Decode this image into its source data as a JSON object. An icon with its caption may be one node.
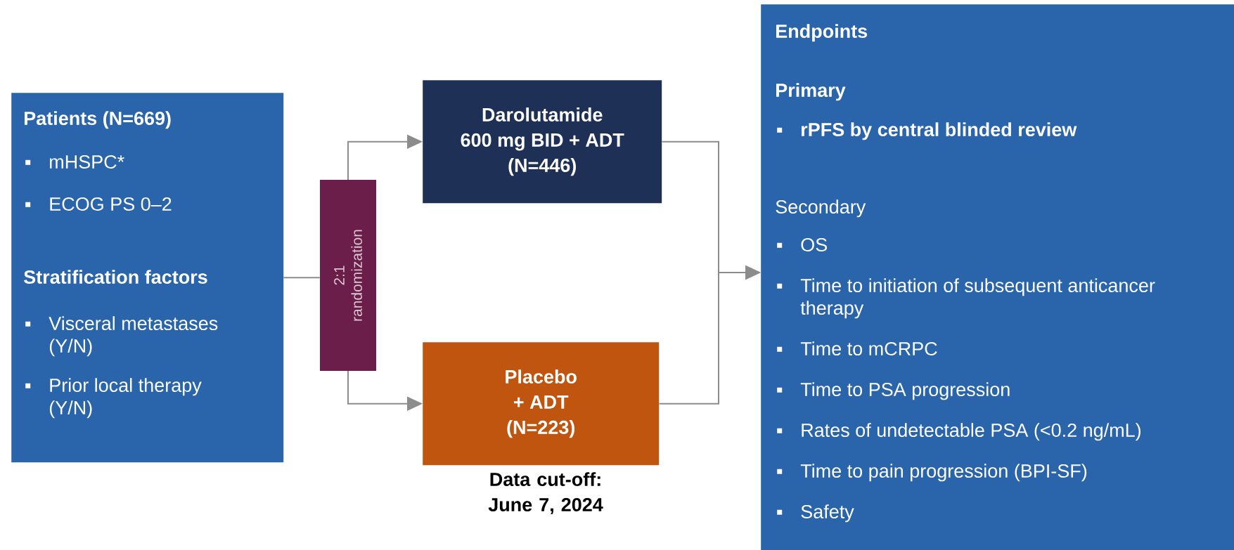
{
  "diagram": {
    "nodes": [
      {
        "text": [
          "Patients (N=669)",
          "mHSPC*",
          "ECOG PS 0–2",
          "Stratification factors",
          "Visceral metastases (Y/N)",
          "Prior local therapy (Y/N)"
        ]
      },
      {
        "text": [
          "2:1 randomization"
        ]
      },
      {
        "text": [
          "Darolutamide",
          "600 mg BID + ADT",
          "(N=446)"
        ]
      },
      {
        "text": [
          "Placebo",
          "+ ADT",
          "(N=223)"
        ]
      },
      {
        "text": [
          "Endpoints",
          "Primary",
          "rPFS by central blinded review",
          "Secondary",
          "OS",
          "Time to initiation of subsequent anticancer therapy",
          "Time to mCRPC",
          "Time to PSA progression",
          "Rates of undetectable PSA (<0.2 ng/mL)",
          "Time to pain progression (BPI-SF)",
          "Safety"
        ]
      }
    ],
    "edges": [
      {
        "from": 0,
        "to": 1,
        "arrow": "none"
      },
      {
        "from": 1,
        "to": 2,
        "arrow": "to"
      },
      {
        "from": 1,
        "to": 3,
        "arrow": "to"
      },
      {
        "from": 2,
        "to": 4,
        "arrow": "to"
      },
      {
        "from": 3,
        "to": 4,
        "arrow": "to"
      }
    ],
    "labels": [
      "Data cut-off: June 7, 2024"
    ]
  }
}
